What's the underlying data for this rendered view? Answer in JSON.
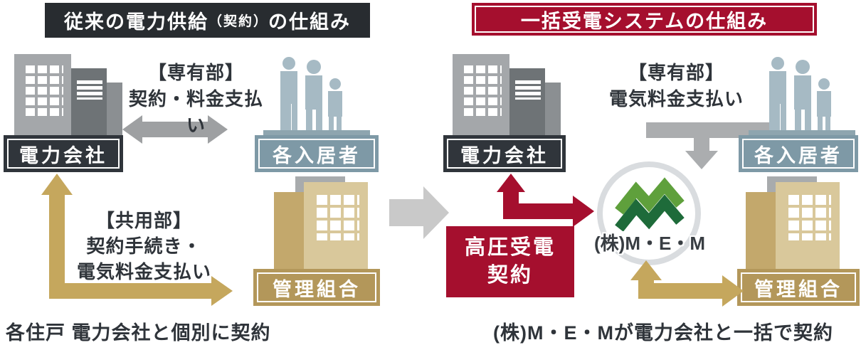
{
  "left": {
    "title_prefix": "従来の電力供給",
    "title_paren": "（契約）",
    "title_suffix": "の仕組み",
    "power_company_label": "電力会社",
    "residents_label": "各入居者",
    "management_label": "管理組合",
    "top_arrow_label_line1": "【専有部】",
    "top_arrow_label_line2": "契約・料金支払い",
    "bottom_arrow_label_line1": "【共用部】",
    "bottom_arrow_label_line2": "契約手続き・",
    "bottom_arrow_label_line3": "電気料金支払い",
    "caption": "各住戸 電力会社と個別に契約"
  },
  "right": {
    "title": "一括受電システムの仕組み",
    "power_company_label": "電力会社",
    "residents_label": "各入居者",
    "management_label": "管理組合",
    "hv_contract_line1": "高圧受電",
    "hv_contract_line2": "契約",
    "mem_label": "(株)M・E・M",
    "top_arrow_label_line1": "【専有部】",
    "top_arrow_label_line2": "電気料金支払い",
    "caption": "(株)M・E・Mが電力会社と一括で契約"
  },
  "colors": {
    "dark_box": "#30353b",
    "header_dark": "#282c30",
    "crimson": "#a50f2e",
    "blue_box": "#7e99a6",
    "gold_box": "#b3975a",
    "gold_arrow": "#c5a75d",
    "gray_arrow": "#9ea0a2",
    "light_gray_arrow": "#c9c9c9",
    "people": "#a6bac4",
    "logo_green_light": "#5fa03c",
    "logo_green_dark": "#1e6b3a",
    "label_text": "#2f343a"
  }
}
